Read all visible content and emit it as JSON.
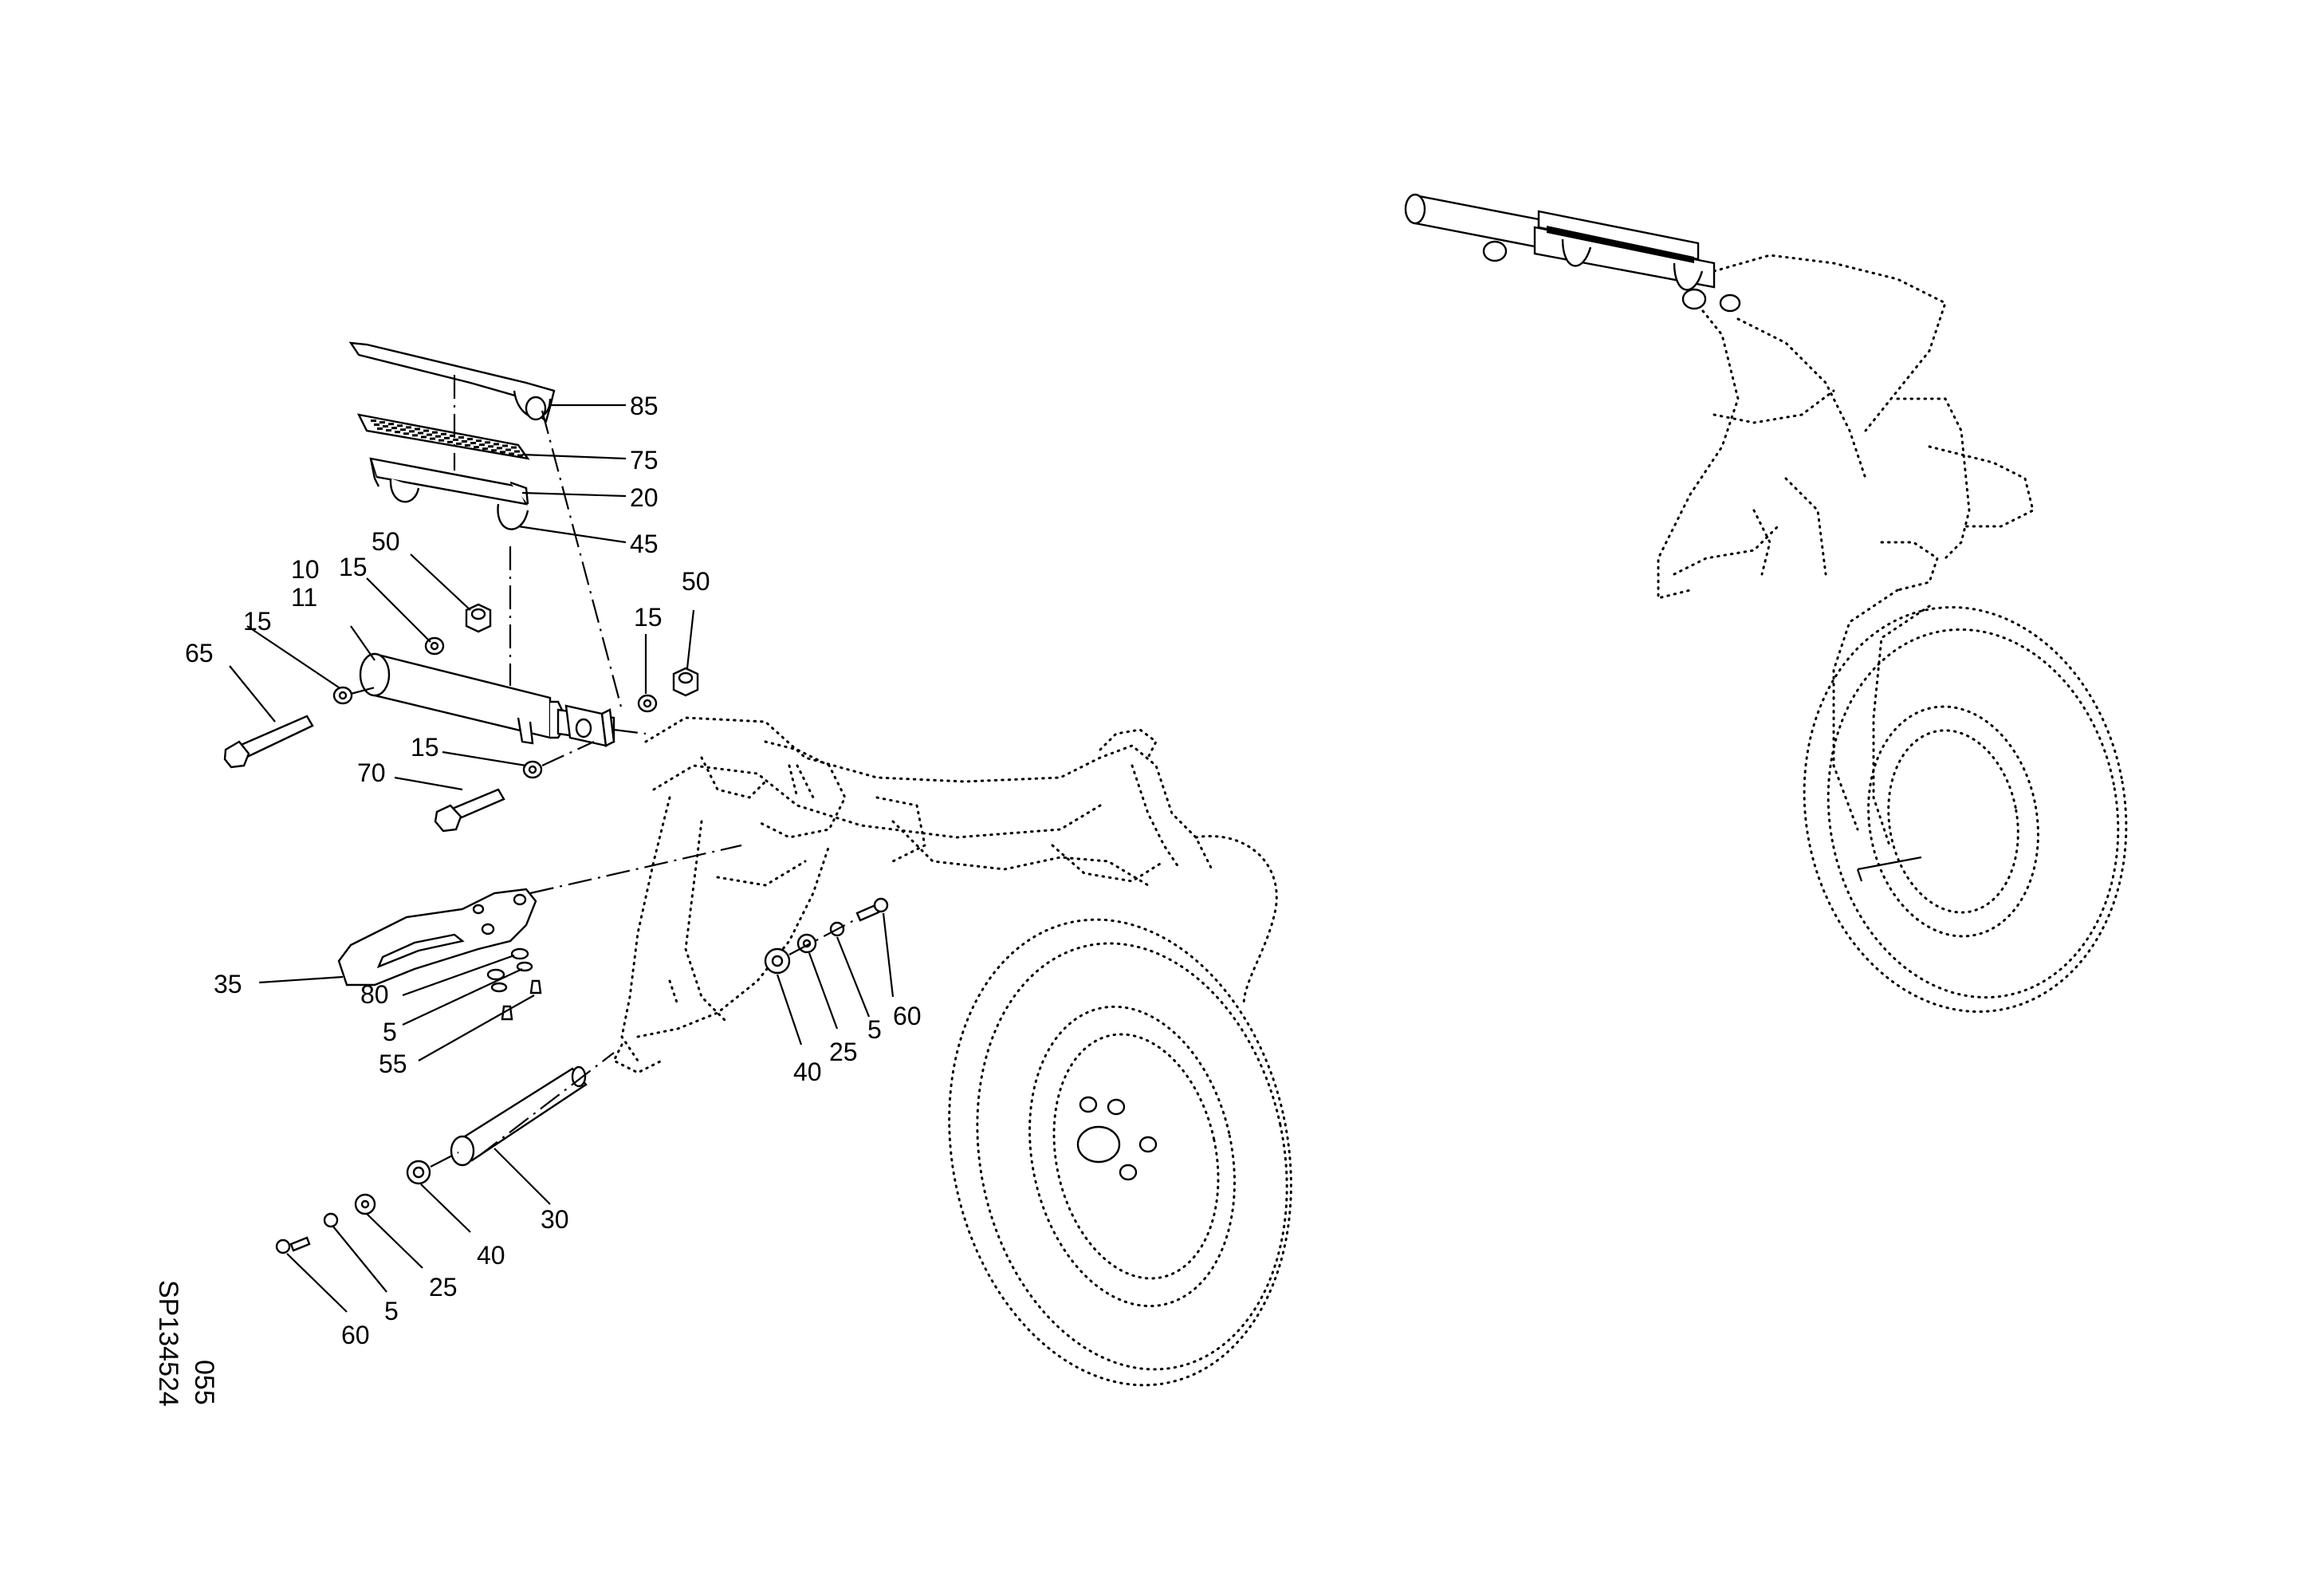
{
  "drawing": {
    "number": "SP134524",
    "sheet": "055"
  },
  "callouts": [
    {
      "id": "c85",
      "text": "85"
    },
    {
      "id": "c75",
      "text": "75"
    },
    {
      "id": "c20",
      "text": "20"
    },
    {
      "id": "c45",
      "text": "45"
    },
    {
      "id": "c10",
      "text": "10"
    },
    {
      "id": "c11",
      "text": "11"
    },
    {
      "id": "c15a",
      "text": "15"
    },
    {
      "id": "c50a",
      "text": "50"
    },
    {
      "id": "c15b",
      "text": "15"
    },
    {
      "id": "c15c",
      "text": "15"
    },
    {
      "id": "c50b",
      "text": "50"
    },
    {
      "id": "c65",
      "text": "65"
    },
    {
      "id": "c15d",
      "text": "15"
    },
    {
      "id": "c70",
      "text": "70"
    },
    {
      "id": "c35",
      "text": "35"
    },
    {
      "id": "c80",
      "text": "80"
    },
    {
      "id": "c5a",
      "text": "5"
    },
    {
      "id": "c55",
      "text": "55"
    },
    {
      "id": "c40a",
      "text": "40"
    },
    {
      "id": "c25a",
      "text": "25"
    },
    {
      "id": "c5b",
      "text": "5"
    },
    {
      "id": "c60a",
      "text": "60"
    },
    {
      "id": "c30",
      "text": "30"
    },
    {
      "id": "c40b",
      "text": "40"
    },
    {
      "id": "c25b",
      "text": "25"
    },
    {
      "id": "c5c",
      "text": "5"
    },
    {
      "id": "c60b",
      "text": "60"
    }
  ]
}
